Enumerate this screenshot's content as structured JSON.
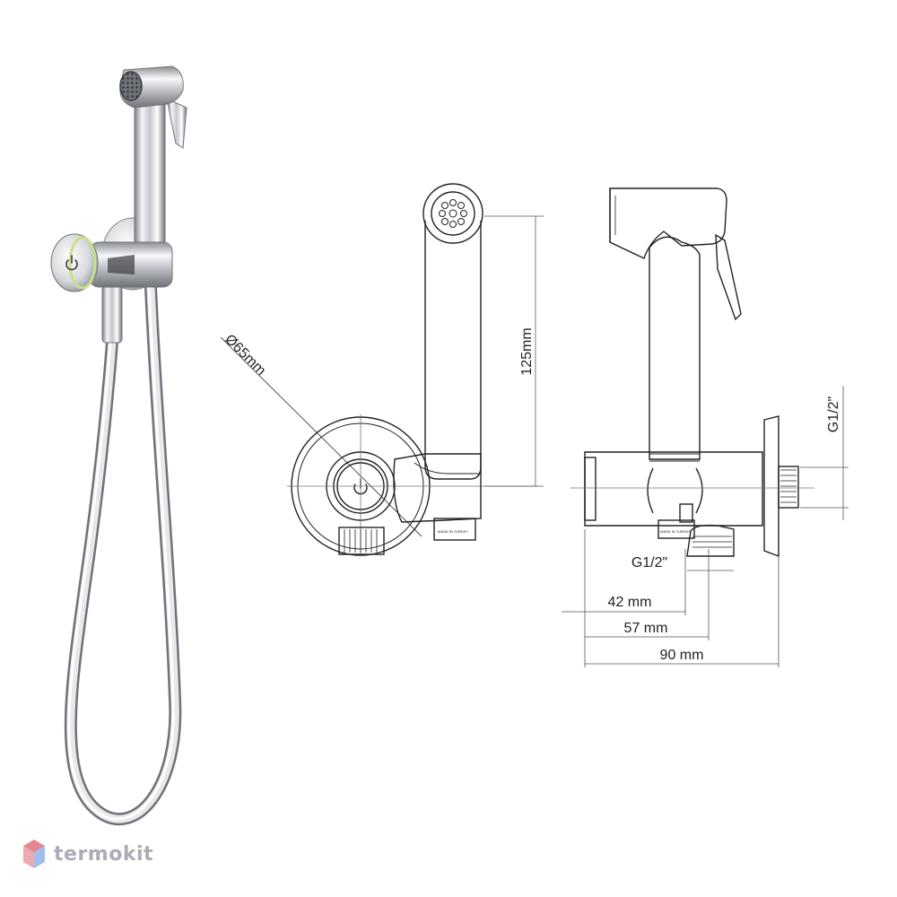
{
  "dimensions": {
    "diameter": "Ø65mm",
    "height": "125mm",
    "thread_side": "G1/2\"",
    "thread_bottom": "G1/2\"",
    "depth_42": "42 mm",
    "depth_57": "57 mm",
    "depth_90": "90 mm"
  },
  "engraving": {
    "made_in_left": "MADE IN TURKEY",
    "made_in_right": "MADE IN TURKEY"
  },
  "watermark": {
    "brand": "termokit"
  },
  "colors": {
    "line": "#222222",
    "dim_line": "#555555",
    "chrome_dark": "#8a8d92",
    "chrome_light": "#f2f3f5",
    "ring_accent": "#c8e08a",
    "watermark_gray": "#a9adb6",
    "watermark_red": "#e0707a",
    "watermark_blue": "#8fb3e6"
  },
  "icons": {
    "power": "power-icon",
    "logo": "termokit-logo-icon"
  }
}
